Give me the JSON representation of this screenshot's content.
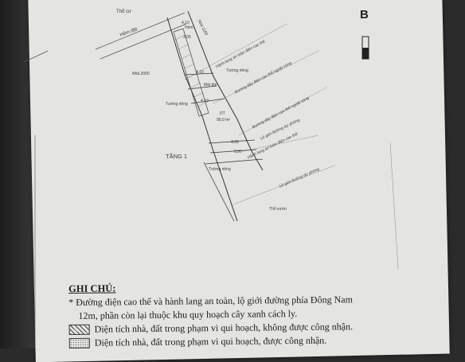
{
  "plan": {
    "labels": {
      "the_cu": "Thổ cư",
      "hem_dat": "Hẻm đất",
      "nha_1160": "Nhà 1160",
      "nha_2000": "Nhà 2000",
      "hem": "Hẻm",
      "mai_ton": "Mái tôn",
      "tuong_rieng_1": "Tường riêng",
      "tuong_rieng_2": "Tường riêng",
      "tuong_rieng_3": "Tường riêng",
      "hanh_lang_top": "Hành lang an toàn điện cao thế",
      "duong_day_1": "Đường dây điện cao thế ngoài cùng",
      "duong_day_2": "Đường dây điện cao thế ngoài cùng",
      "lo_gioi_1": "Lộ giới đường dự phòng",
      "hanh_lang_bottom": "Hành lang an toàn điện cao thế",
      "lo_gioi_2": "Lộ giới đường dự phòng",
      "dt": "DT",
      "dt_value": "90,0 m²",
      "tang": "TẦNG 1",
      "tho_vuon": "Thổ vườn",
      "dim_a": "4,10",
      "dim_b": "3,05",
      "dim_c": "4,10",
      "dim_d": "4,10",
      "dim_e": "4,05",
      "dim_f": "2,80"
    },
    "compass": "B"
  },
  "notes": {
    "title": "GHI CHÚ:",
    "line1": "* Đường điện cao thế và hành lang an toàn, lộ giới đường phía Đông Nam",
    "line2": "12m, phần còn lại thuộc khu quy hoạch cây xanh cách ly.",
    "legend": [
      {
        "text": "Diện tích nhà, đất trong phạm vi qui hoạch, không được công nhận."
      },
      {
        "text": "Diện tích nhà, đất trong phạm vi qui hoạch, được công nhận."
      }
    ]
  }
}
